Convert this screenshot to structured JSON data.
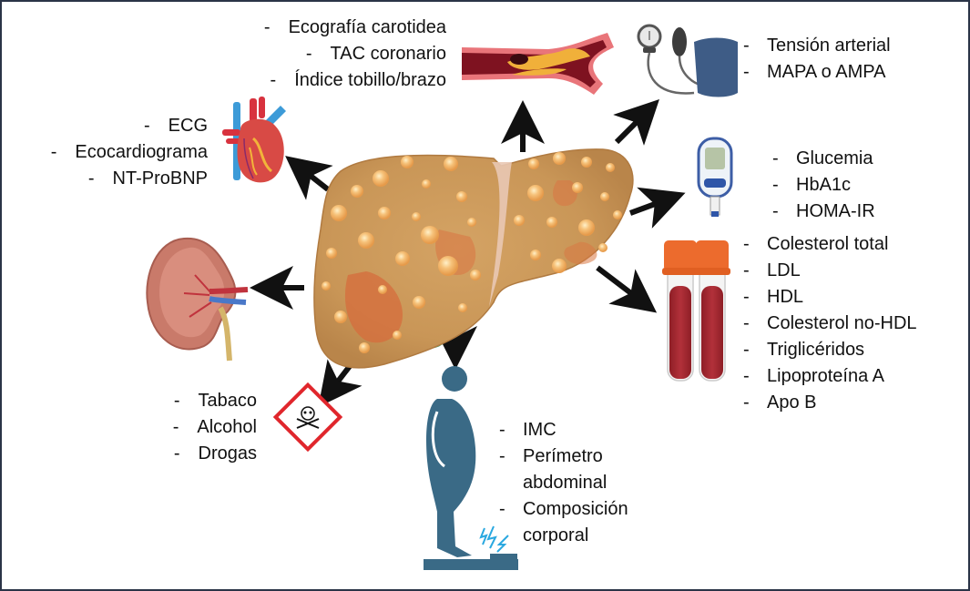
{
  "figure": {
    "center_organ": "fatty-liver",
    "border_color": "#2b3447",
    "arrow_color": "#111111"
  },
  "groups": {
    "vascular": {
      "icon": "artery-plaque-icon",
      "items": [
        "Ecografía carotidea",
        "TAC coronario",
        "Índice tobillo/brazo"
      ]
    },
    "cardiac": {
      "icon": "heart-icon",
      "items": [
        "ECG",
        "Ecocardiograma",
        "NT-ProBNP"
      ]
    },
    "blood_pressure": {
      "icon": "sphygmomanometer-icon",
      "items": [
        "Tensión arterial",
        "MAPA o AMPA"
      ]
    },
    "glucose": {
      "icon": "glucometer-icon",
      "items": [
        "Glucemia",
        "HbA1c",
        "HOMA-IR"
      ]
    },
    "lipids": {
      "icon": "blood-tubes-icon",
      "items": [
        "Colesterol total",
        "LDL",
        "HDL",
        "Colesterol no-HDL",
        "Triglicéridos",
        "Lipoproteína A",
        "Apo B"
      ]
    },
    "renal": {
      "icon": "kidney-icon",
      "items": []
    },
    "toxic": {
      "icon": "toxic-hazard-icon",
      "items": [
        "Tabaco",
        "Alcohol",
        "Drogas"
      ]
    },
    "anthropometry": {
      "icon": "person-on-scale-icon",
      "items": [
        "IMC",
        "Perímetro",
        "abdominal",
        "Composición",
        "corporal"
      ]
    }
  }
}
